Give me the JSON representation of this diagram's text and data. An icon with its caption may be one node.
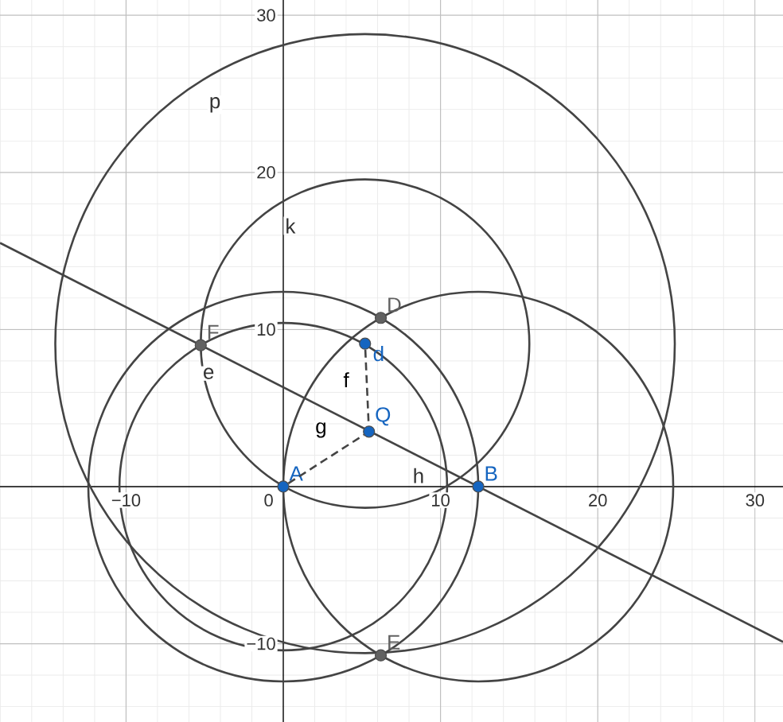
{
  "diagram": {
    "nodes": [
      {
        "text": [
          "D"
        ]
      },
      {
        "text": [
          "d"
        ]
      },
      {
        "text": [
          "F"
        ]
      },
      {
        "text": [
          "Q"
        ]
      },
      {
        "text": [
          "A"
        ]
      },
      {
        "text": [
          "B"
        ]
      },
      {
        "text": [
          "E"
        ]
      }
    ],
    "edges": [
      {
        "from": 4,
        "to": 3,
        "arrow": "none",
        "style": "dashed",
        "label": "g"
      },
      {
        "from": 1,
        "to": 3,
        "arrow": "none",
        "style": "dashed",
        "label": "f"
      }
    ],
    "labels": [
      "30",
      "p",
      "20",
      "k",
      "10",
      "e",
      "h",
      "−10",
      "0",
      "10",
      "20",
      "30",
      "−10"
    ]
  }
}
